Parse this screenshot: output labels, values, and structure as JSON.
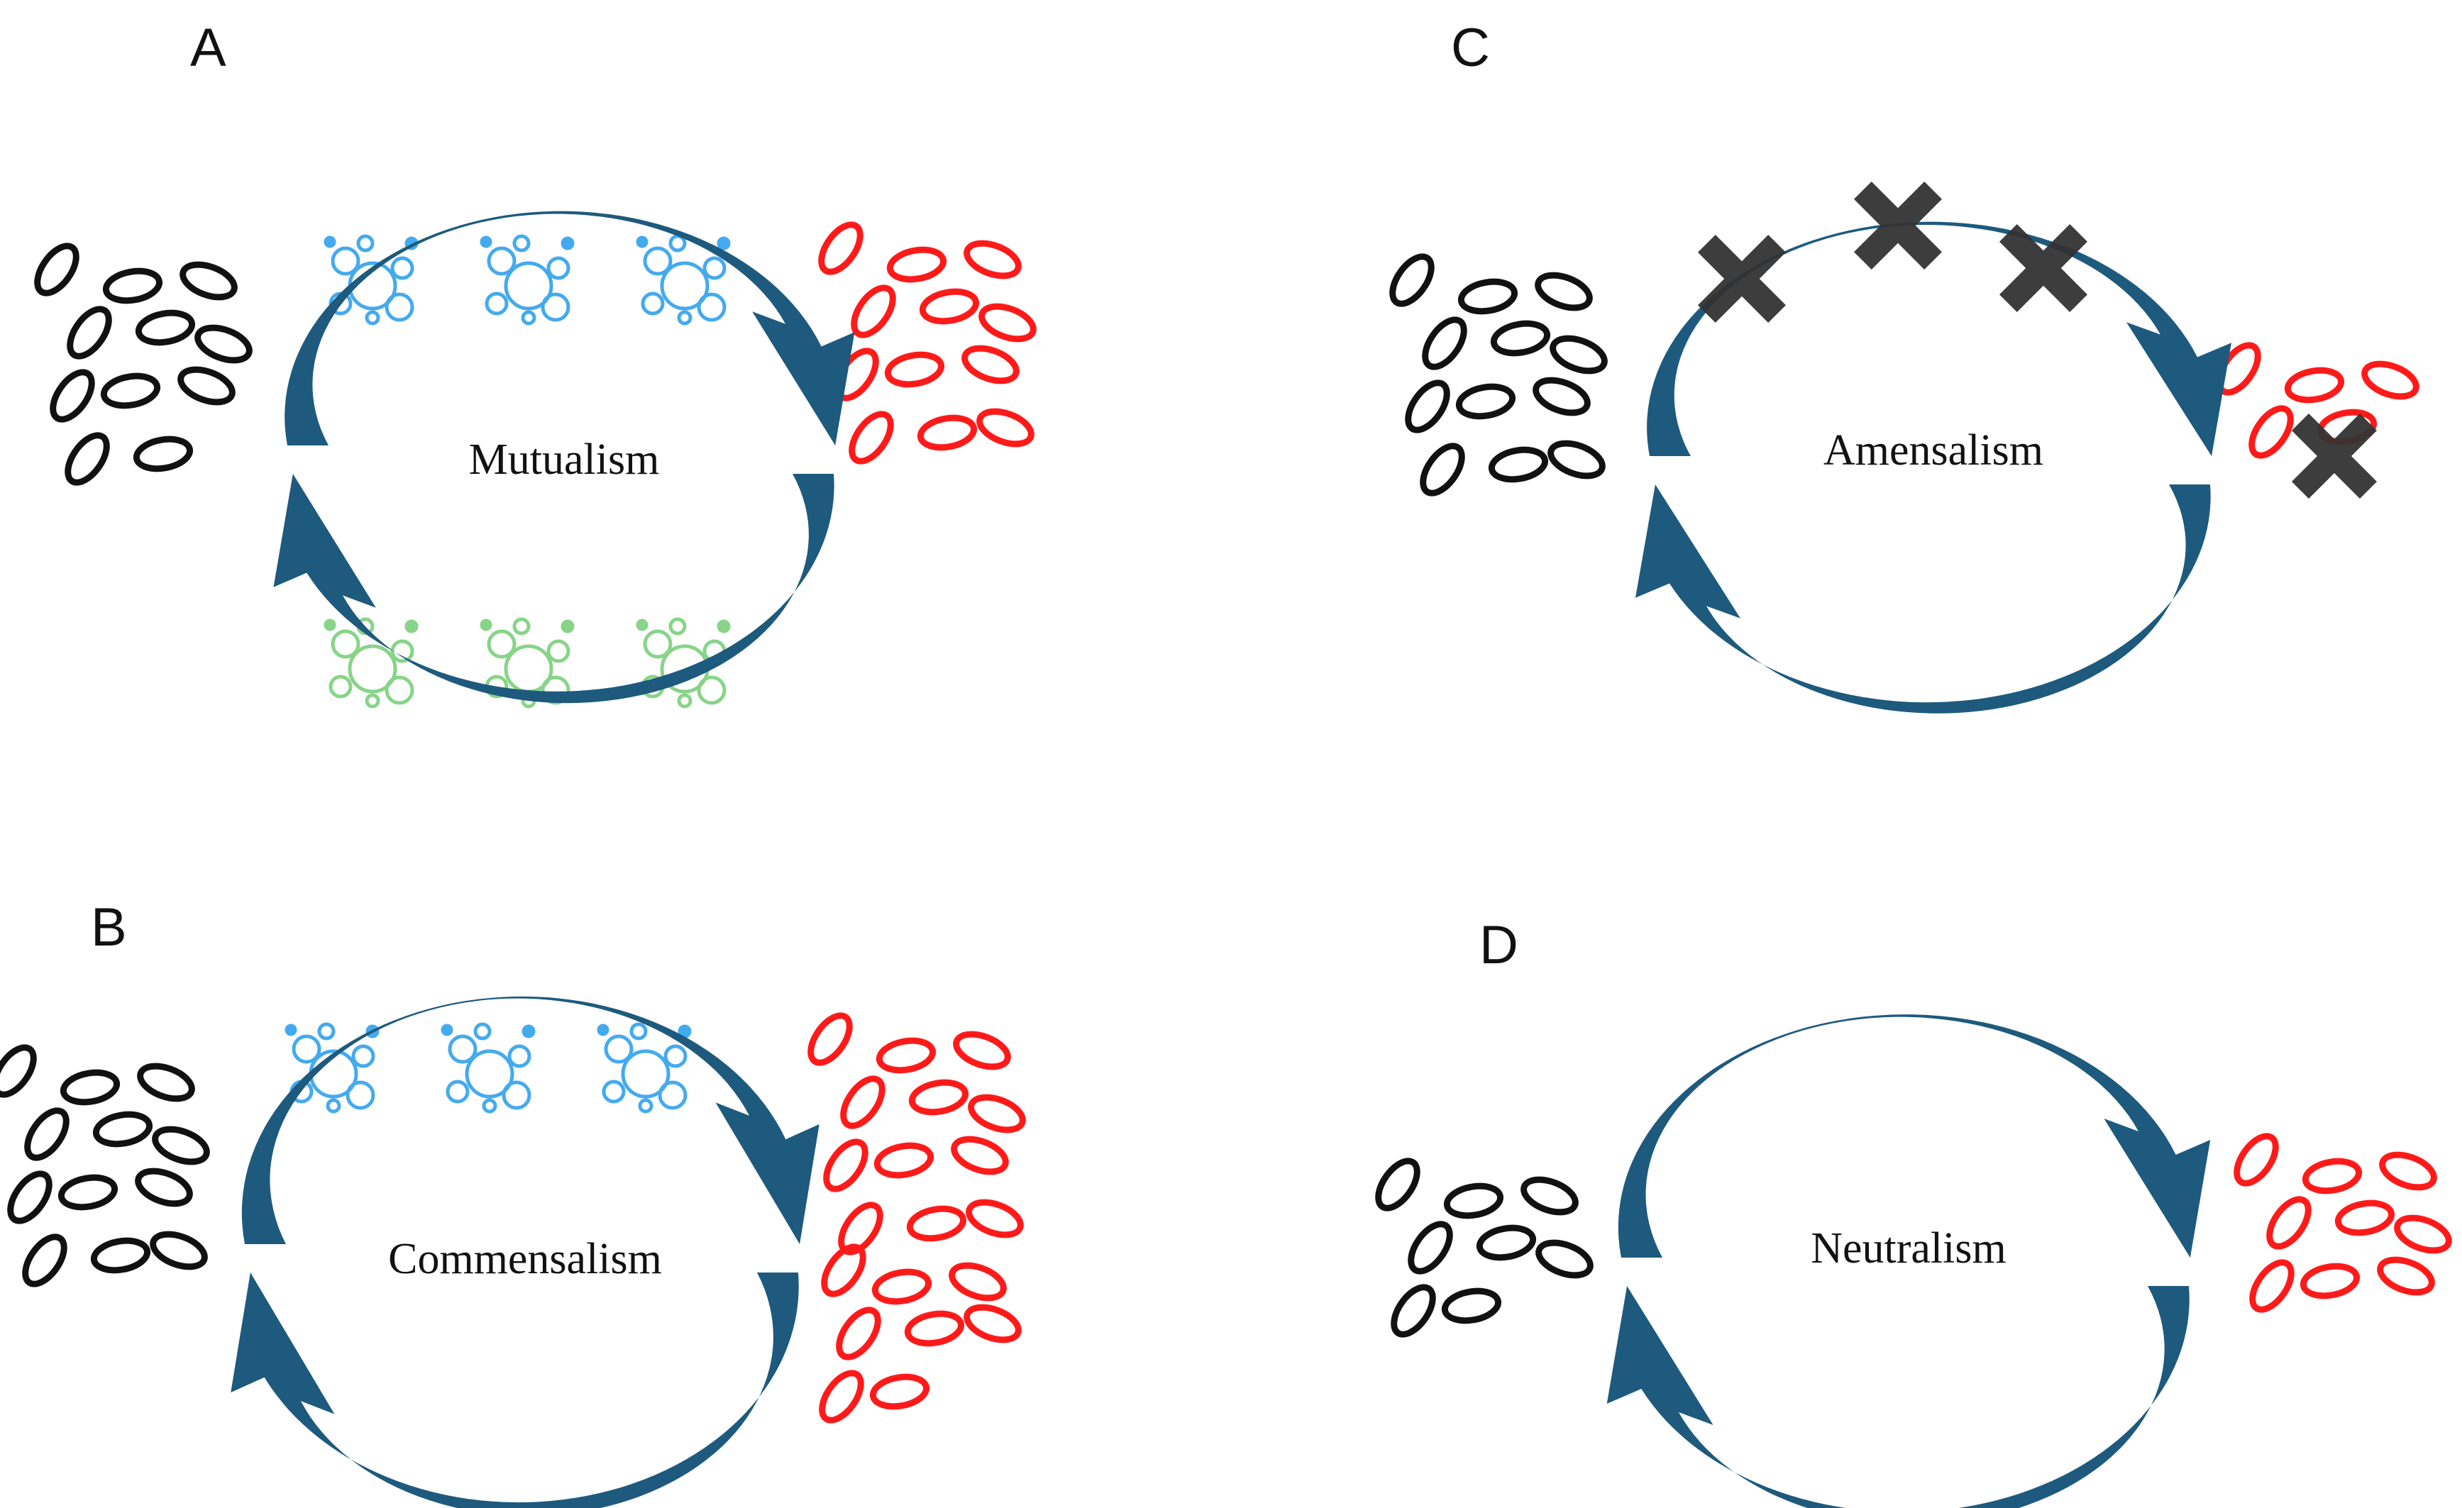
{
  "colors": {
    "arrow": "#1d5a7d",
    "arrow_dark": "#0e3e5b",
    "microbe_a": "#111111",
    "microbe_b": "#ff1a1a",
    "metabolite_blue": "#44aaee",
    "metabolite_green": "#88d488",
    "inhibit": "#333333"
  },
  "icons": {
    "inhibit_marker": "x-mark-icon",
    "microbe": "oval-cell-icon",
    "metabolite": "bubble-icon"
  },
  "panels": [
    {
      "id": "A",
      "letter": "A",
      "label": "Mutualism",
      "interaction": "mutualism"
    },
    {
      "id": "B",
      "letter": "B",
      "label": "Commensalism",
      "interaction": "commensalism"
    },
    {
      "id": "C",
      "letter": "C",
      "label": "Amensalism",
      "interaction": "amensalism"
    },
    {
      "id": "D",
      "letter": "D",
      "label": "Neutralism",
      "interaction": "neutralism"
    }
  ]
}
